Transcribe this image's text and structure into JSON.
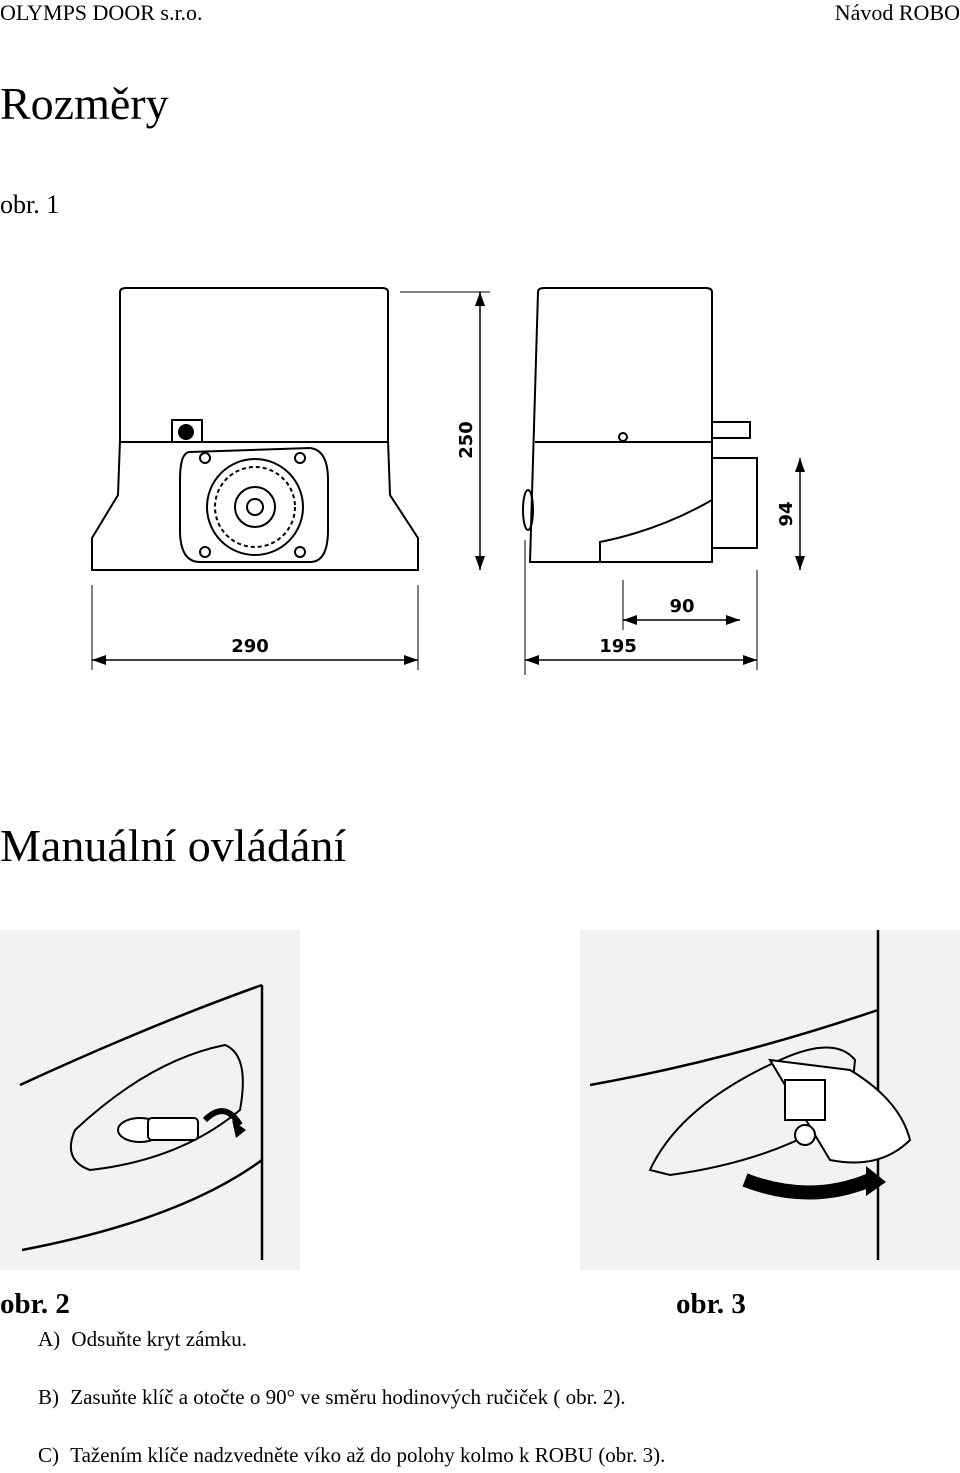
{
  "header": {
    "company": "OLYMPS DOOR s.r.o.",
    "doc_title": "Návod ROBO"
  },
  "section1": {
    "heading": "Rozměry",
    "figure_label": "obr. 1"
  },
  "dimensions": {
    "height": "250",
    "width_front": "290",
    "depth": "195",
    "offset": "90",
    "base_height": "94"
  },
  "section2": {
    "heading": "Manuální ovládání",
    "figure2_label": "obr. 2",
    "figure3_label": "obr. 3",
    "steps": [
      {
        "letter": "A)",
        "text": "Odsuňte kryt zámku."
      },
      {
        "letter": "B)",
        "text": "Zasuňte klíč a otočte o 90° ve směru hodinových ručiček ( obr. 2)."
      },
      {
        "letter": "C)",
        "text": "Tažením klíče nadzvedněte víko až do polohy kolmo k ROBU (obr. 3)."
      }
    ]
  }
}
